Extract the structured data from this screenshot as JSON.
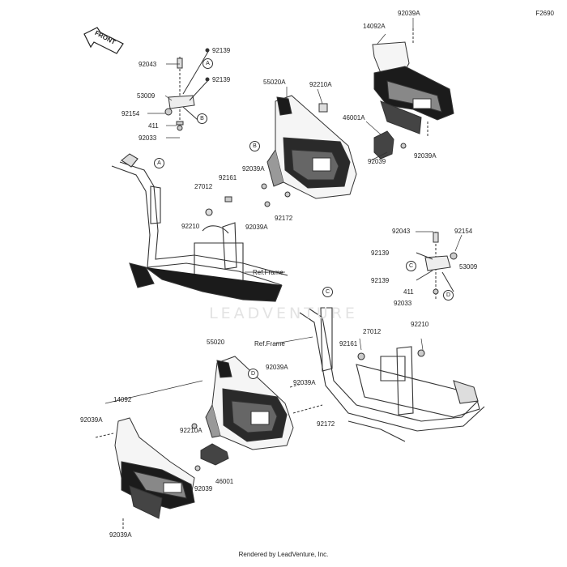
{
  "figure_id": "F2690",
  "front_label": "FRONT",
  "watermark": "LEADVENTURE",
  "footer": "Rendered by LeadVenture, Inc.",
  "callouts": [
    "A",
    "B",
    "A",
    "B",
    "C",
    "D",
    "C",
    "D"
  ],
  "labels": [
    "92043",
    "92139",
    "92139",
    "53009",
    "92154",
    "411",
    "92033",
    "14092A",
    "92039A",
    "92039A",
    "55020A",
    "92210A",
    "46001A",
    "92039",
    "92161",
    "27012",
    "92039A",
    "92172",
    "92210",
    "92039A",
    "Ref.Frame",
    "92043",
    "92154",
    "92139",
    "53009",
    "92139",
    "411",
    "92033",
    "27012",
    "92210",
    "92161",
    "Ref.Frame",
    "55020",
    "92039A",
    "92039A",
    "14092",
    "92039A",
    "92210A",
    "92172",
    "92039",
    "46001",
    "92039A"
  ]
}
